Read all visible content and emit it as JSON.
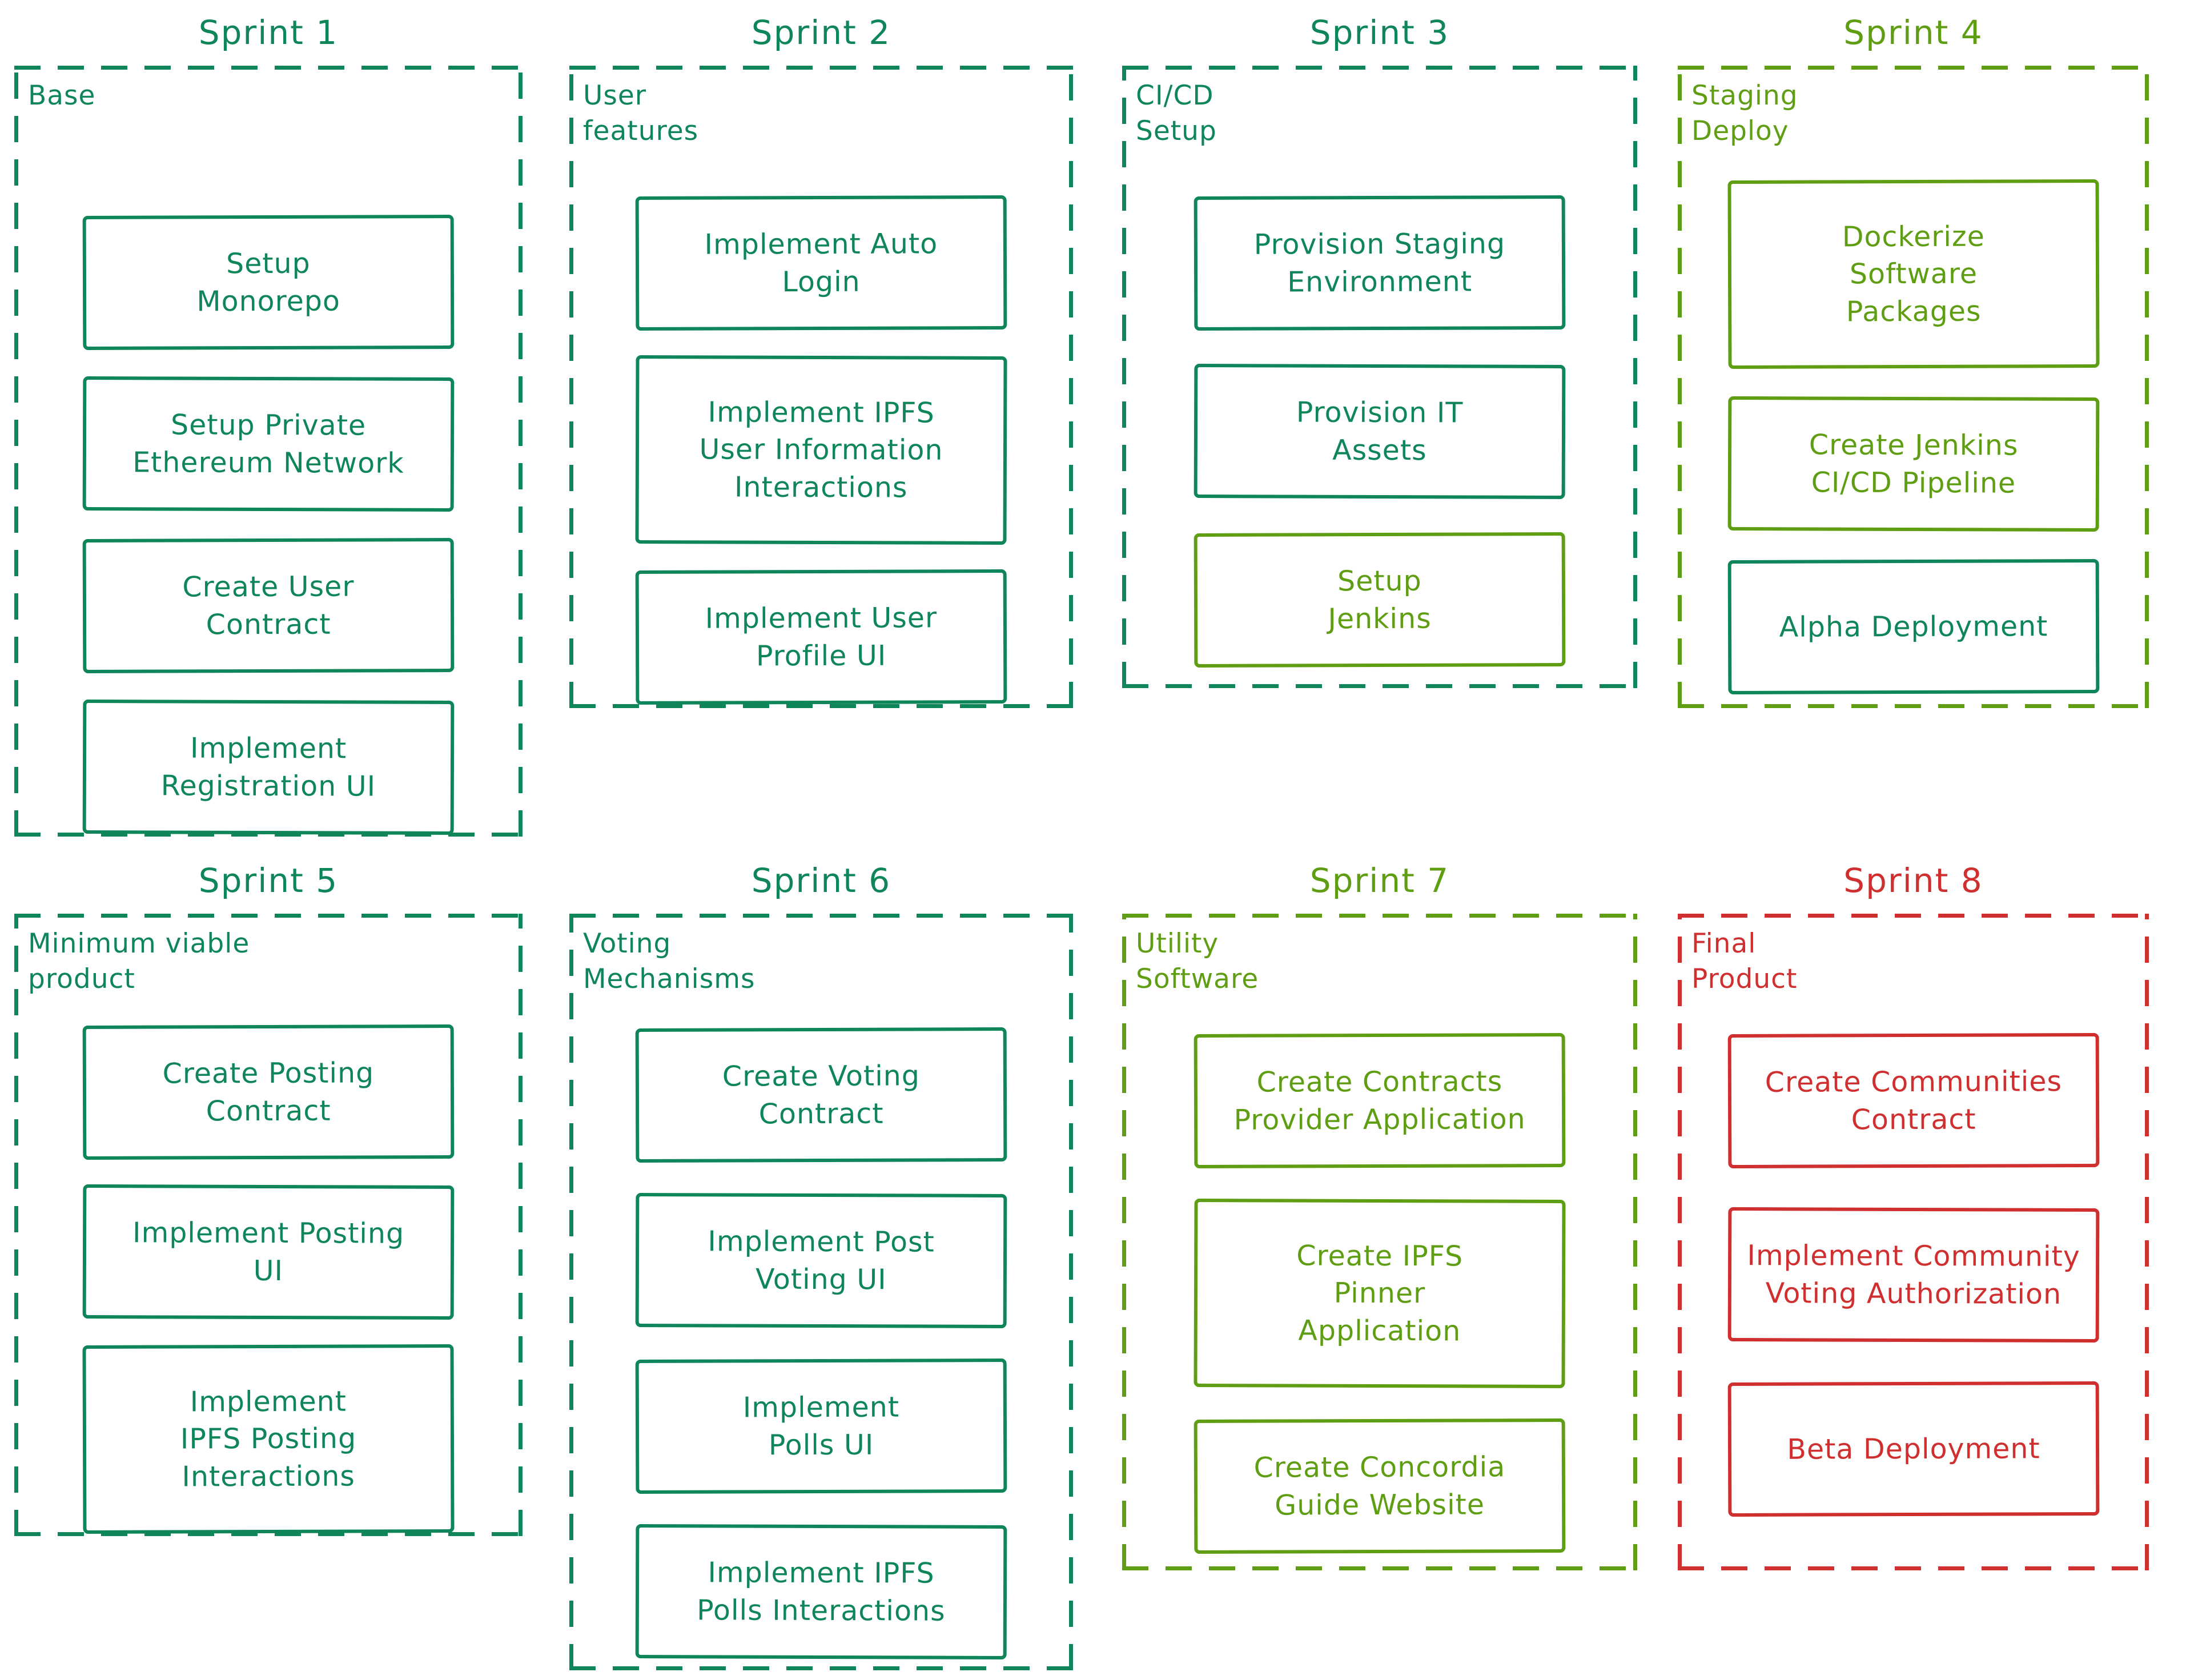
{
  "palette": {
    "teal": "#0f8659",
    "olive": "#5f9e13",
    "red": "#d02f2f"
  },
  "sprints": [
    {
      "title": "Sprint 1",
      "color": "teal",
      "label": [
        "Base"
      ],
      "tasks": [
        {
          "lines": [
            "Setup",
            "Monorepo"
          ],
          "color": "teal",
          "size": "base"
        },
        {
          "lines": [
            "Setup Private",
            "Ethereum Network"
          ],
          "color": "teal",
          "size": "base"
        },
        {
          "lines": [
            "Create User",
            "Contract"
          ],
          "color": "teal",
          "size": "base"
        },
        {
          "lines": [
            "Implement",
            "Registration UI"
          ],
          "color": "teal",
          "size": "base"
        }
      ]
    },
    {
      "title": "Sprint 2",
      "color": "teal",
      "label": [
        "User",
        "features"
      ],
      "tasks": [
        {
          "lines": [
            "Implement Auto",
            "Login"
          ],
          "color": "teal",
          "size": "base"
        },
        {
          "lines": [
            "Implement IPFS",
            "User Information",
            "Interactions"
          ],
          "color": "teal",
          "size": "tall"
        },
        {
          "lines": [
            "Implement User",
            "Profile UI"
          ],
          "color": "teal",
          "size": "base"
        }
      ]
    },
    {
      "title": "Sprint 3",
      "color": "teal",
      "label": [
        "CI/CD",
        "Setup"
      ],
      "tasks": [
        {
          "lines": [
            "Provision Staging",
            "Environment"
          ],
          "color": "teal",
          "size": "base"
        },
        {
          "lines": [
            "Provision IT",
            "Assets"
          ],
          "color": "teal",
          "size": "base"
        },
        {
          "lines": [
            "Setup",
            "Jenkins"
          ],
          "color": "olive",
          "size": "base"
        }
      ]
    },
    {
      "title": "Sprint 4",
      "color": "olive",
      "label": [
        "Staging",
        "Deploy"
      ],
      "tasks": [
        {
          "lines": [
            "Dockerize",
            "Software",
            "Packages"
          ],
          "color": "olive",
          "size": "tall"
        },
        {
          "lines": [
            "Create Jenkins",
            "CI/CD Pipeline"
          ],
          "color": "olive",
          "size": "base"
        },
        {
          "lines": [
            "Alpha Deployment"
          ],
          "color": "teal",
          "size": "base"
        }
      ]
    },
    {
      "title": "Sprint 5",
      "color": "teal",
      "label": [
        "Minimum viable",
        "product"
      ],
      "tasks": [
        {
          "lines": [
            "Create Posting",
            "Contract"
          ],
          "color": "teal",
          "size": "base"
        },
        {
          "lines": [
            "Implement Posting",
            "UI"
          ],
          "color": "teal",
          "size": "base"
        },
        {
          "lines": [
            "Implement",
            "IPFS Posting",
            "Interactions"
          ],
          "color": "teal",
          "size": "tall"
        }
      ]
    },
    {
      "title": "Sprint 6",
      "color": "teal",
      "label": [
        "Voting",
        "Mechanisms"
      ],
      "tasks": [
        {
          "lines": [
            "Create Voting",
            "Contract"
          ],
          "color": "teal",
          "size": "base"
        },
        {
          "lines": [
            "Implement Post",
            "Voting UI"
          ],
          "color": "teal",
          "size": "base"
        },
        {
          "lines": [
            "Implement",
            "Polls UI"
          ],
          "color": "teal",
          "size": "base"
        },
        {
          "lines": [
            "Implement IPFS",
            "Polls Interactions"
          ],
          "color": "teal",
          "size": "base"
        }
      ]
    },
    {
      "title": "Sprint 7",
      "color": "olive",
      "label": [
        "Utility",
        "Software"
      ],
      "tasks": [
        {
          "lines": [
            "Create Contracts",
            "Provider Application"
          ],
          "color": "olive",
          "size": "base"
        },
        {
          "lines": [
            "Create IPFS",
            "Pinner",
            "Application"
          ],
          "color": "olive",
          "size": "tall"
        },
        {
          "lines": [
            "Create Concordia",
            "Guide Website"
          ],
          "color": "olive",
          "size": "base"
        }
      ]
    },
    {
      "title": "Sprint 8",
      "color": "red",
      "label": [
        "Final",
        "Product"
      ],
      "tasks": [
        {
          "lines": [
            "Create Communities",
            "Contract"
          ],
          "color": "red",
          "size": "base"
        },
        {
          "lines": [
            "Implement Community",
            "Voting Authorization"
          ],
          "color": "red",
          "size": "base"
        },
        {
          "lines": [
            "Beta Deployment"
          ],
          "color": "red",
          "size": "base"
        }
      ]
    }
  ]
}
